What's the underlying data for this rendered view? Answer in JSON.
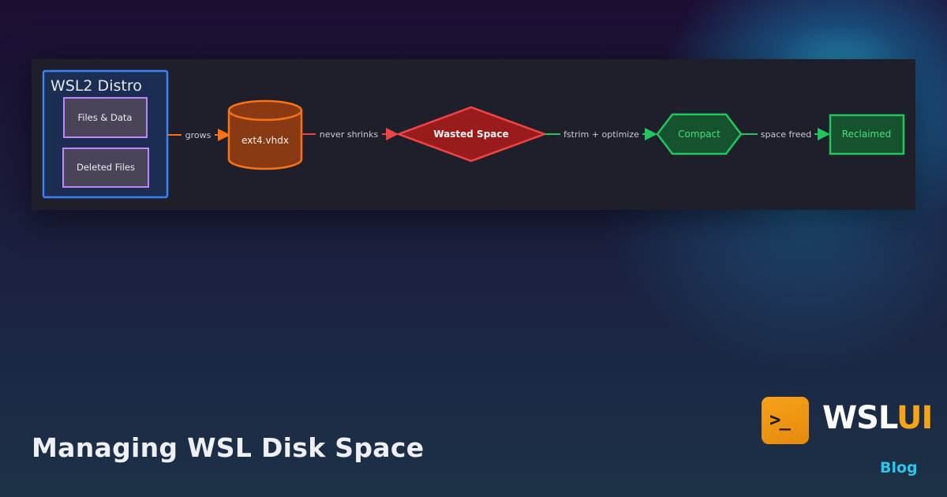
{
  "diagram": {
    "distro_label": "WSL2 Distro",
    "files_label": "Files & Data",
    "deleted_label": "Deleted Files",
    "vhdx_label": "ext4.vhdx",
    "wasted_label": "Wasted Space",
    "compact_label": "Compact",
    "reclaimed_label": "Reclaimed",
    "edge_grows": "grows",
    "edge_never_shrinks": "never shrinks",
    "edge_fstrim": "fstrim + optimize",
    "edge_space_freed": "space freed"
  },
  "colors": {
    "distro": "#3b82f6",
    "file_box": "#c084fc",
    "vhdx": "#f97316",
    "wasted": "#dc2626",
    "compact": "#22c55e",
    "accent": "#f5a317",
    "blog": "#29c7ec"
  },
  "page": {
    "title": "Managing WSL Disk Space"
  },
  "branding": {
    "logo_icon": "terminal-prompt-icon",
    "logo_glyph": ">_",
    "name_part1": "WSL",
    "name_part2": "UI",
    "section": "Blog"
  }
}
